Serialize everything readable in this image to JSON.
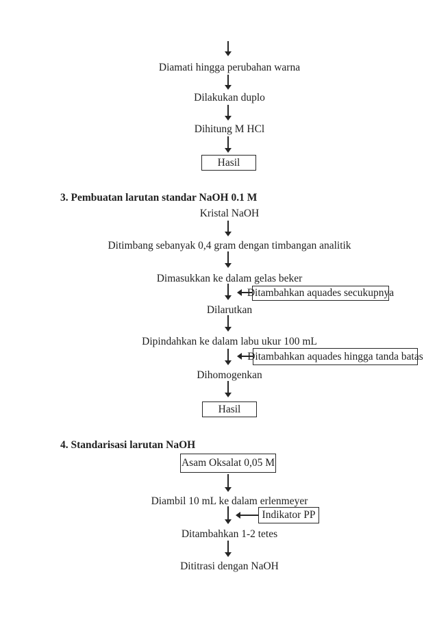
{
  "colors": {
    "ink": "#262626",
    "text": "#1f1f1f",
    "page_bg": "#ffffff"
  },
  "flowchart": {
    "hcl_titration_tail": {
      "steps": [
        "Diamati hingga perubahan warna",
        "Dilakukan duplo",
        "Dihitung M HCl"
      ],
      "result": "Hasil"
    },
    "section3": {
      "heading": "3. Pembuatan larutan standar NaOH 0.1 M",
      "start_material": "Kristal NaOH",
      "steps": [
        "Ditimbang sebanyak 0,4 gram dengan timbangan analitik",
        "Dimasukkan ke dalam gelas beker",
        "Dilarutkan",
        "Dipindahkan ke dalam labu ukur 100 mL",
        "Dihomogenkan"
      ],
      "side_notes": [
        "Ditambahkan aquades secukupnya",
        "Ditambahkan aquades hingga tanda batas"
      ],
      "result": "Hasil"
    },
    "section4": {
      "heading": "4. Standarisasi larutan NaOH",
      "start_material": "Asam Oksalat 0,05 M",
      "steps": [
        "Diambil 10 mL ke dalam erlenmeyer",
        "Ditambahkan 1-2 tetes",
        "Dititrasi dengan NaOH"
      ],
      "side_notes": [
        "Indikator PP"
      ]
    }
  }
}
